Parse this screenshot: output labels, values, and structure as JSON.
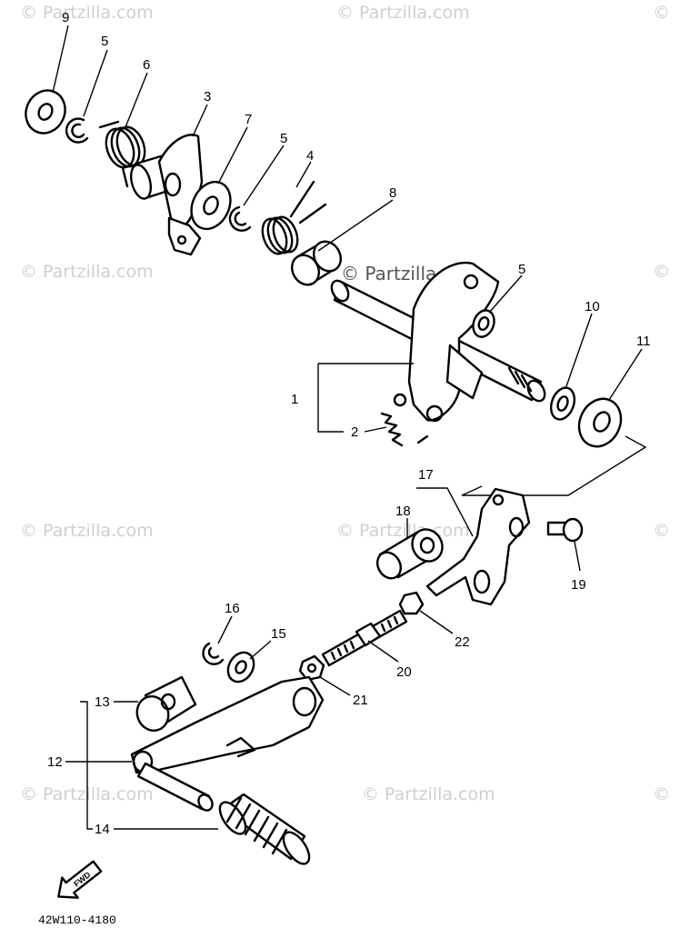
{
  "watermark": "© Partzilla.com",
  "center_watermark": "© Partzilla.com",
  "diagram_code": "42W110-4180",
  "fwd_label": "FWD",
  "callouts": {
    "c1": "1",
    "c2": "2",
    "c3": "3",
    "c4": "4",
    "c5a": "5",
    "c5b": "5",
    "c5c": "5",
    "c6": "6",
    "c7": "7",
    "c8": "8",
    "c9": "9",
    "c10": "10",
    "c11": "11",
    "c12": "12",
    "c13": "13",
    "c14": "14",
    "c15": "15",
    "c16": "16",
    "c17": "17",
    "c18": "18",
    "c19": "19",
    "c20": "20",
    "c21": "21",
    "c22": "22"
  }
}
